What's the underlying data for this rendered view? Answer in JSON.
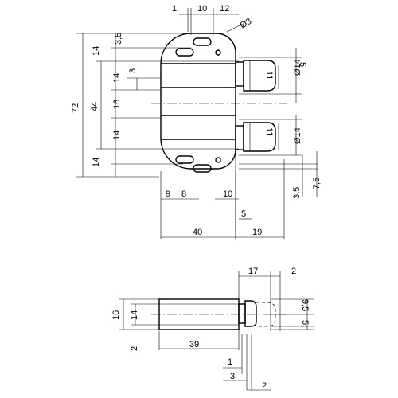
{
  "drawing": {
    "front_view": {
      "dims": {
        "d_1": "1",
        "d_10_top": "10",
        "d_12": "12",
        "d_hole": "Ø3",
        "d_3_5_top": "3,5",
        "d_14_a": "14",
        "d_3": "3",
        "d_14_b": "14",
        "d_16": "16",
        "d_14_c": "14",
        "d_14_d": "14",
        "d_72": "72",
        "d_44": "44",
        "d_5_right": "5",
        "d_11_a": "11",
        "d_dia14_a": "Ø14",
        "d_11_b": "11",
        "d_dia14_b": "Ø14",
        "d_3_5_right": "3,5",
        "d_7_5": "7,5",
        "d_9": "9",
        "d_8": "8",
        "d_10_bottom": "10",
        "d_5_bottom": "5",
        "d_40": "40",
        "d_19": "19"
      }
    },
    "side_view": {
      "dims": {
        "d_17": "17",
        "d_2_top": "2",
        "d_16": "16",
        "d_14": "14",
        "d_9_5": "9,5",
        "d_5": "5",
        "d_2_left": "2",
        "d_39": "39",
        "d_1": "1",
        "d_3": "3",
        "d_2_bottom": "2"
      }
    }
  }
}
